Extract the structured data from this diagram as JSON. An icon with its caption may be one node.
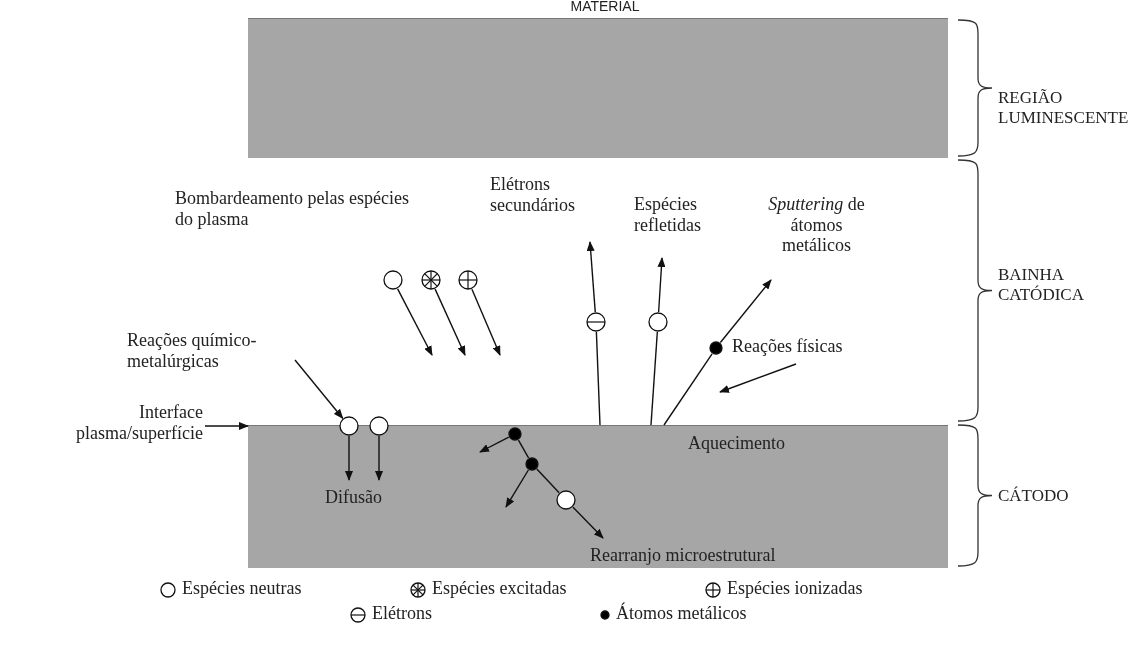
{
  "diagram": {
    "nodes": [
      {
        "text": [],
        "shape": "box"
      },
      {
        "text": [
          "Aquecimento",
          "Difusão",
          "Rearranjo microestrutural"
        ]
      },
      {
        "text": [
          "Interface plasma/superfície"
        ]
      },
      {
        "text": [
          "Reações químico-metalúrgicas"
        ]
      },
      {
        "text": [],
        "shape": "circle"
      },
      {
        "text": [],
        "shape": "circle"
      },
      {
        "text": [
          "Bombardeamento pelas espécies do plasma"
        ]
      },
      {
        "text": [],
        "shape": "circle"
      },
      {
        "text": [],
        "shape": "circle-asterisk"
      },
      {
        "text": [],
        "shape": "circle-plus"
      },
      {
        "text": [
          "Elétrons secundários"
        ]
      },
      {
        "text": [],
        "shape": "circle-minus"
      },
      {
        "text": [
          "Espécies refletidas"
        ]
      },
      {
        "text": [],
        "shape": "circle"
      },
      {
        "text": [
          "*Sputtering* de átomos metálicos"
        ]
      },
      {
        "text": [],
        "shape": "dot"
      },
      {
        "text": [
          "Reações físicas"
        ]
      },
      {
        "text": [],
        "shape": "dot",
        "in": 1
      },
      {
        "text": [],
        "shape": "dot",
        "in": 1
      },
      {
        "text": [],
        "shape": "circle",
        "in": 1
      }
    ],
    "edges": [
      {
        "from": 2,
        "to": 1,
        "arrow": "to"
      },
      {
        "from": 3,
        "to": 4,
        "arrow": "to"
      },
      {
        "from": 4,
        "to": null,
        "arrow": "to"
      },
      {
        "from": 5,
        "to": null,
        "arrow": "to"
      },
      {
        "from": 7,
        "to": null,
        "arrow": "to"
      },
      {
        "from": 8,
        "to": null,
        "arrow": "to"
      },
      {
        "from": 9,
        "to": null,
        "arrow": "to"
      },
      {
        "from": 1,
        "to": 11,
        "arrow": "none"
      },
      {
        "from": 11,
        "to": 10,
        "arrow": "to"
      },
      {
        "from": 1,
        "to": 13,
        "arrow": "none"
      },
      {
        "from": 13,
        "to": 12,
        "arrow": "to"
      },
      {
        "from": 1,
        "to": 15,
        "arrow": "none"
      },
      {
        "from": 15,
        "to": 14,
        "arrow": "to"
      },
      {
        "from": 16,
        "to": null,
        "arrow": "to"
      },
      {
        "from": 17,
        "to": 18,
        "arrow": "none"
      },
      {
        "from": 18,
        "to": 19,
        "arrow": "none"
      },
      {
        "from": 17,
        "to": null,
        "arrow": "to"
      },
      {
        "from": 18,
        "to": null,
        "arrow": "to"
      },
      {
        "from": 19,
        "to": null,
        "arrow": "to"
      }
    ],
    "labels": [
      "MATERIAL",
      "REGIÃO LUMINESCENTE",
      "BAINHA CATÓDICA",
      "CÁTODO"
    ],
    "legend": [
      {
        "text": "Espécies neutras"
      },
      {
        "text": "Espécies excitadas"
      },
      {
        "text": "Espécies ionizadas"
      },
      {
        "text": "Elétrons"
      },
      {
        "text": "Átomos metálicos"
      }
    ]
  }
}
